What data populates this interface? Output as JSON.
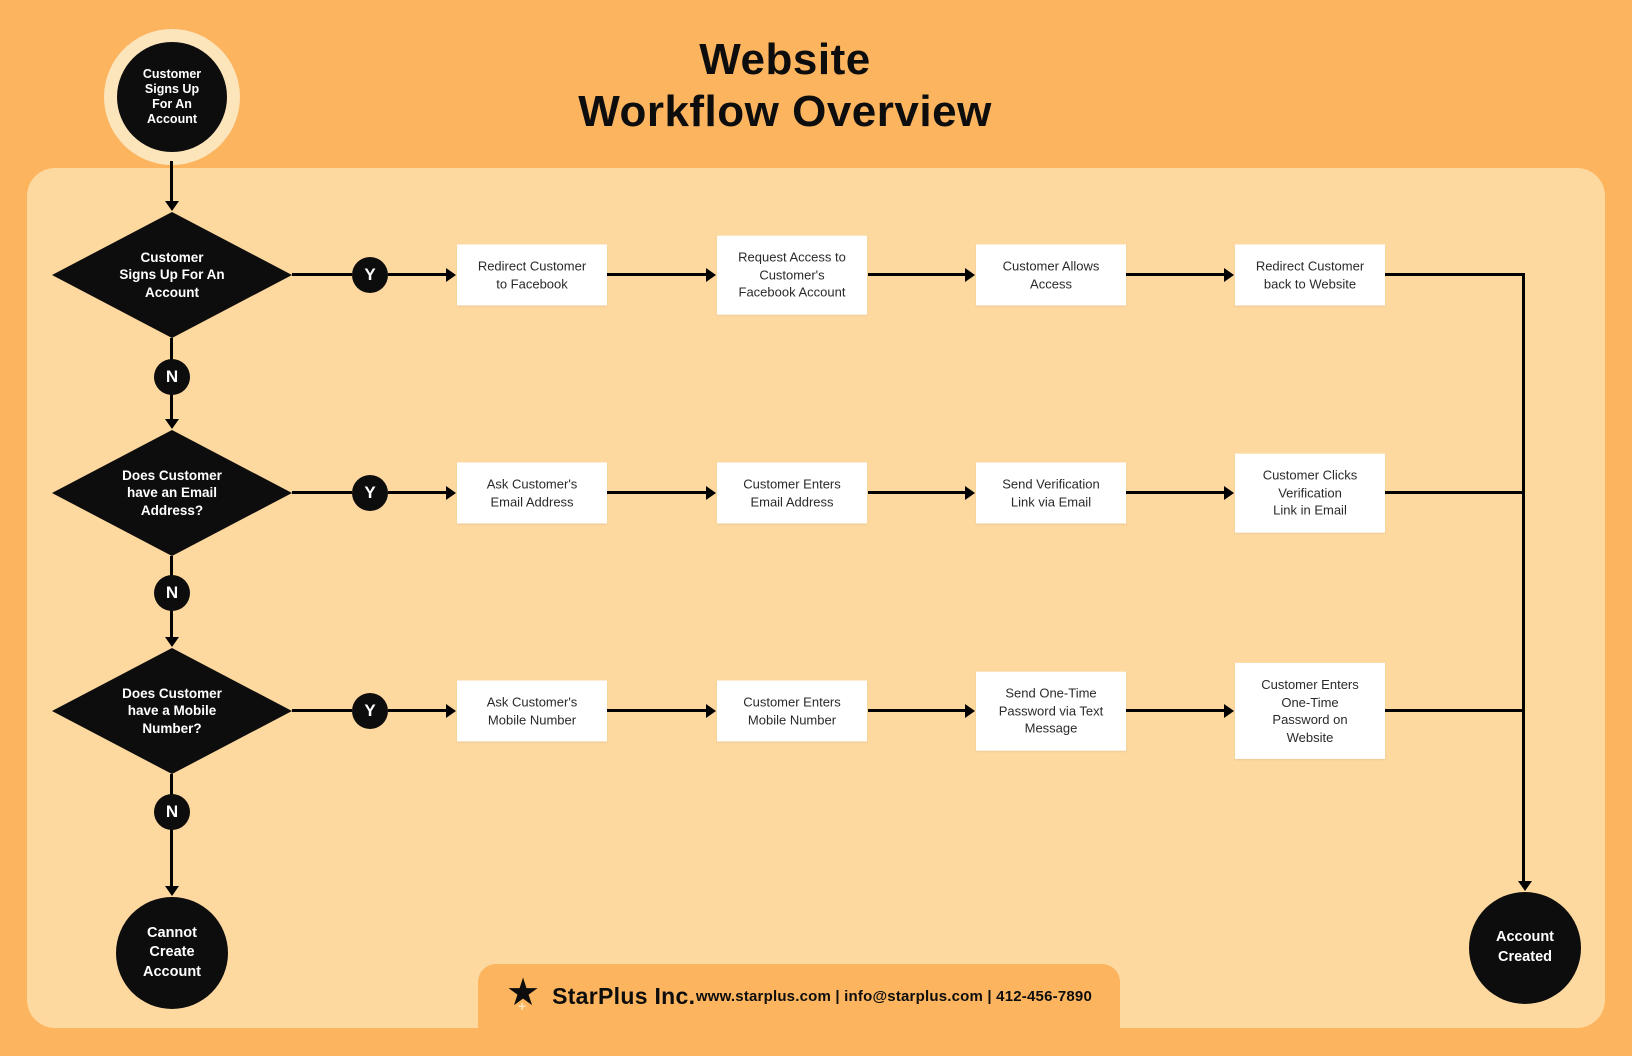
{
  "colors": {
    "background_orange": "#fcb45e",
    "panel_cream": "#fdd9a0",
    "node_black": "#0d0d0d",
    "box_white": "#ffffff",
    "ring_cream": "#fce4bb"
  },
  "header": {
    "title_line1": "Website",
    "title_line2": "Workflow Overview"
  },
  "flow": {
    "start_label": "Customer\nSigns Up\nFor An\nAccount",
    "yes_label": "Y",
    "no_label": "N",
    "decisions": [
      "Customer\nSigns Up For An\nAccount",
      "Does Customer\nhave an Email\nAddress?",
      "Does Customer\nhave a Mobile\nNumber?"
    ],
    "rows": [
      [
        "Redirect Customer\nto Facebook",
        "Request Access to\nCustomer's\nFacebook Account",
        "Customer Allows\nAccess",
        "Redirect Customer\nback to Website"
      ],
      [
        "Ask Customer's\nEmail Address",
        "Customer Enters\nEmail Address",
        "Send Verification\nLink via Email",
        "Customer Clicks\nVerification\nLink in Email"
      ],
      [
        "Ask Customer's\nMobile Number",
        "Customer Enters\nMobile Number",
        "Send One-Time\nPassword via Text\nMessage",
        "Customer Enters\nOne-Time\nPassword on\nWebsite"
      ]
    ],
    "end_fail_label": "Cannot\nCreate\nAccount",
    "end_success_label": "Account\nCreated"
  },
  "footer": {
    "company_name": "StarPlus Inc.",
    "contact_info": "www.starplus.com | info@starplus.com | 412-456-7890",
    "logo_icon": "star-icon"
  }
}
